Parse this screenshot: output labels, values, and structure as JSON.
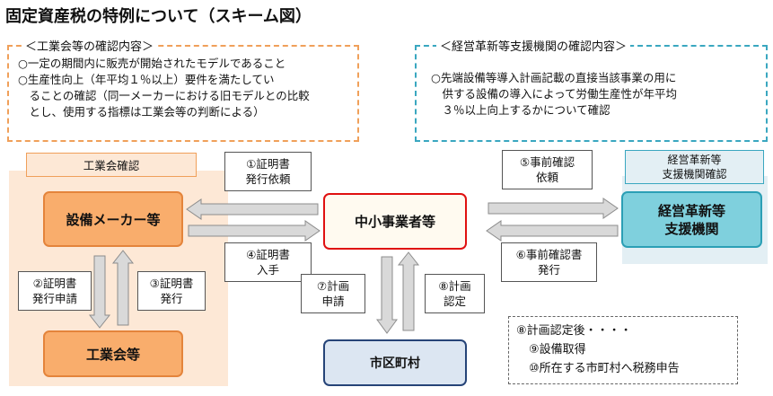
{
  "title": "固定資産税の特例について（スキーム図）",
  "industry_box": {
    "legend": "＜工業会等の確認内容＞",
    "lines": [
      "○一定の期間内に販売が開始されたモデルであること",
      "○生産性向上（年平均１％以上）要件を満たしてい",
      "　ることの確認（同一メーカーにおける旧モデルとの比較",
      "　とし、使用する指標は工業会等の判断による）"
    ]
  },
  "support_box": {
    "legend": "＜経営革新等支援機関の確認内容＞",
    "lines": [
      "○先端設備等導入計画記載の直接当該事業の用に",
      "　供する設備の導入によって労働生産性が年平均",
      "　３％以上向上するかについて確認"
    ]
  },
  "regions": {
    "left_tag": "工業会確認",
    "right_tag": [
      "経営革新等",
      "支援機関確認"
    ]
  },
  "nodes": {
    "maker": "設備メーカー等",
    "sme": "中小事業者等",
    "support": [
      "経営革新等",
      "支援機関"
    ],
    "association": "工業会等",
    "municipality": "市区町村"
  },
  "steps": {
    "s1": [
      "①証明書",
      "発行依頼"
    ],
    "s2": [
      "②証明書",
      "発行申請"
    ],
    "s3": [
      "③証明書",
      "発行"
    ],
    "s4": [
      "④証明書",
      "入手"
    ],
    "s5": [
      "⑤事前確認",
      "依頼"
    ],
    "s6": [
      "⑥事前確認書",
      "発行"
    ],
    "s7": [
      "⑦計画",
      "申請"
    ],
    "s8": [
      "⑧計画",
      "認定"
    ]
  },
  "after": {
    "lines": [
      "⑧計画認定後・・・・",
      "⑨設備取得",
      "⑩所在する市町村へ税務申告"
    ]
  },
  "colors": {
    "arrow_fill": "#d9d9d9",
    "arrow_stroke": "#8c8c8c",
    "orange_border": "#f0a05a",
    "teal_border": "#3aa7c0",
    "red_border": "#e01010",
    "navy_border": "#264478"
  }
}
